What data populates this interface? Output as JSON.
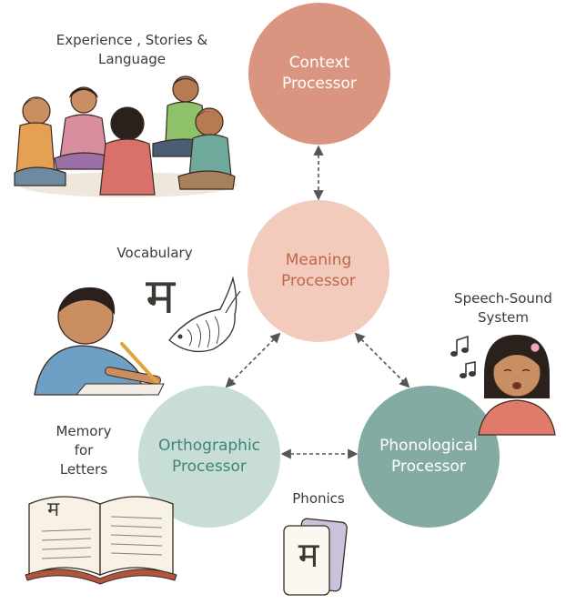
{
  "nodes": {
    "context": {
      "label": "Context\nProcessor",
      "fill": "#d9957f",
      "text_color": "#ffffff"
    },
    "meaning": {
      "label": "Meaning\nProcessor",
      "fill": "#f2cbbd",
      "text_color": "#c0664c"
    },
    "orthographic": {
      "label": "Orthographic\nProcessor",
      "fill": "#c7ddd6",
      "text_color": "#3e8478"
    },
    "phonological": {
      "label": "Phonological\nProcessor",
      "fill": "#84aba3",
      "text_color": "#ffffff"
    }
  },
  "labels": {
    "experience": "Experience , Stories &\nLanguage",
    "vocabulary": "Vocabulary",
    "speech": "Speech-Sound\nSystem",
    "memory": "Memory\nfor\nLetters",
    "phonics": "Phonics"
  },
  "glyphs": {
    "vocab_letter": "म",
    "book_letter": "म",
    "card_letter": "म"
  },
  "icons": [
    "children-circle-illustration",
    "writing-boy-illustration",
    "fish-icon",
    "singing-girl-illustration",
    "music-note-icon",
    "open-book-illustration",
    "letter-cards-illustration"
  ],
  "colors": {
    "arrow": "#555555",
    "ink": "#3d3a36"
  }
}
